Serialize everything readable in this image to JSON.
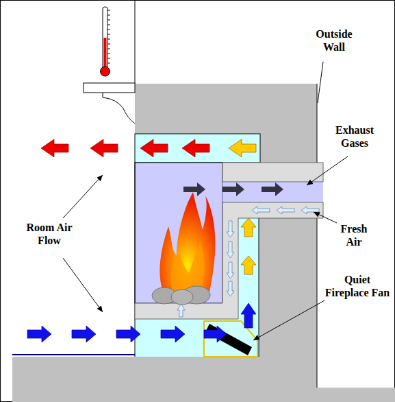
{
  "diagram": {
    "labels": [
      "Outside Wall",
      "Exhaust Gases",
      "Room Air Flow",
      "Fresh Air",
      "Quiet Fireplace Fan"
    ]
  }
}
